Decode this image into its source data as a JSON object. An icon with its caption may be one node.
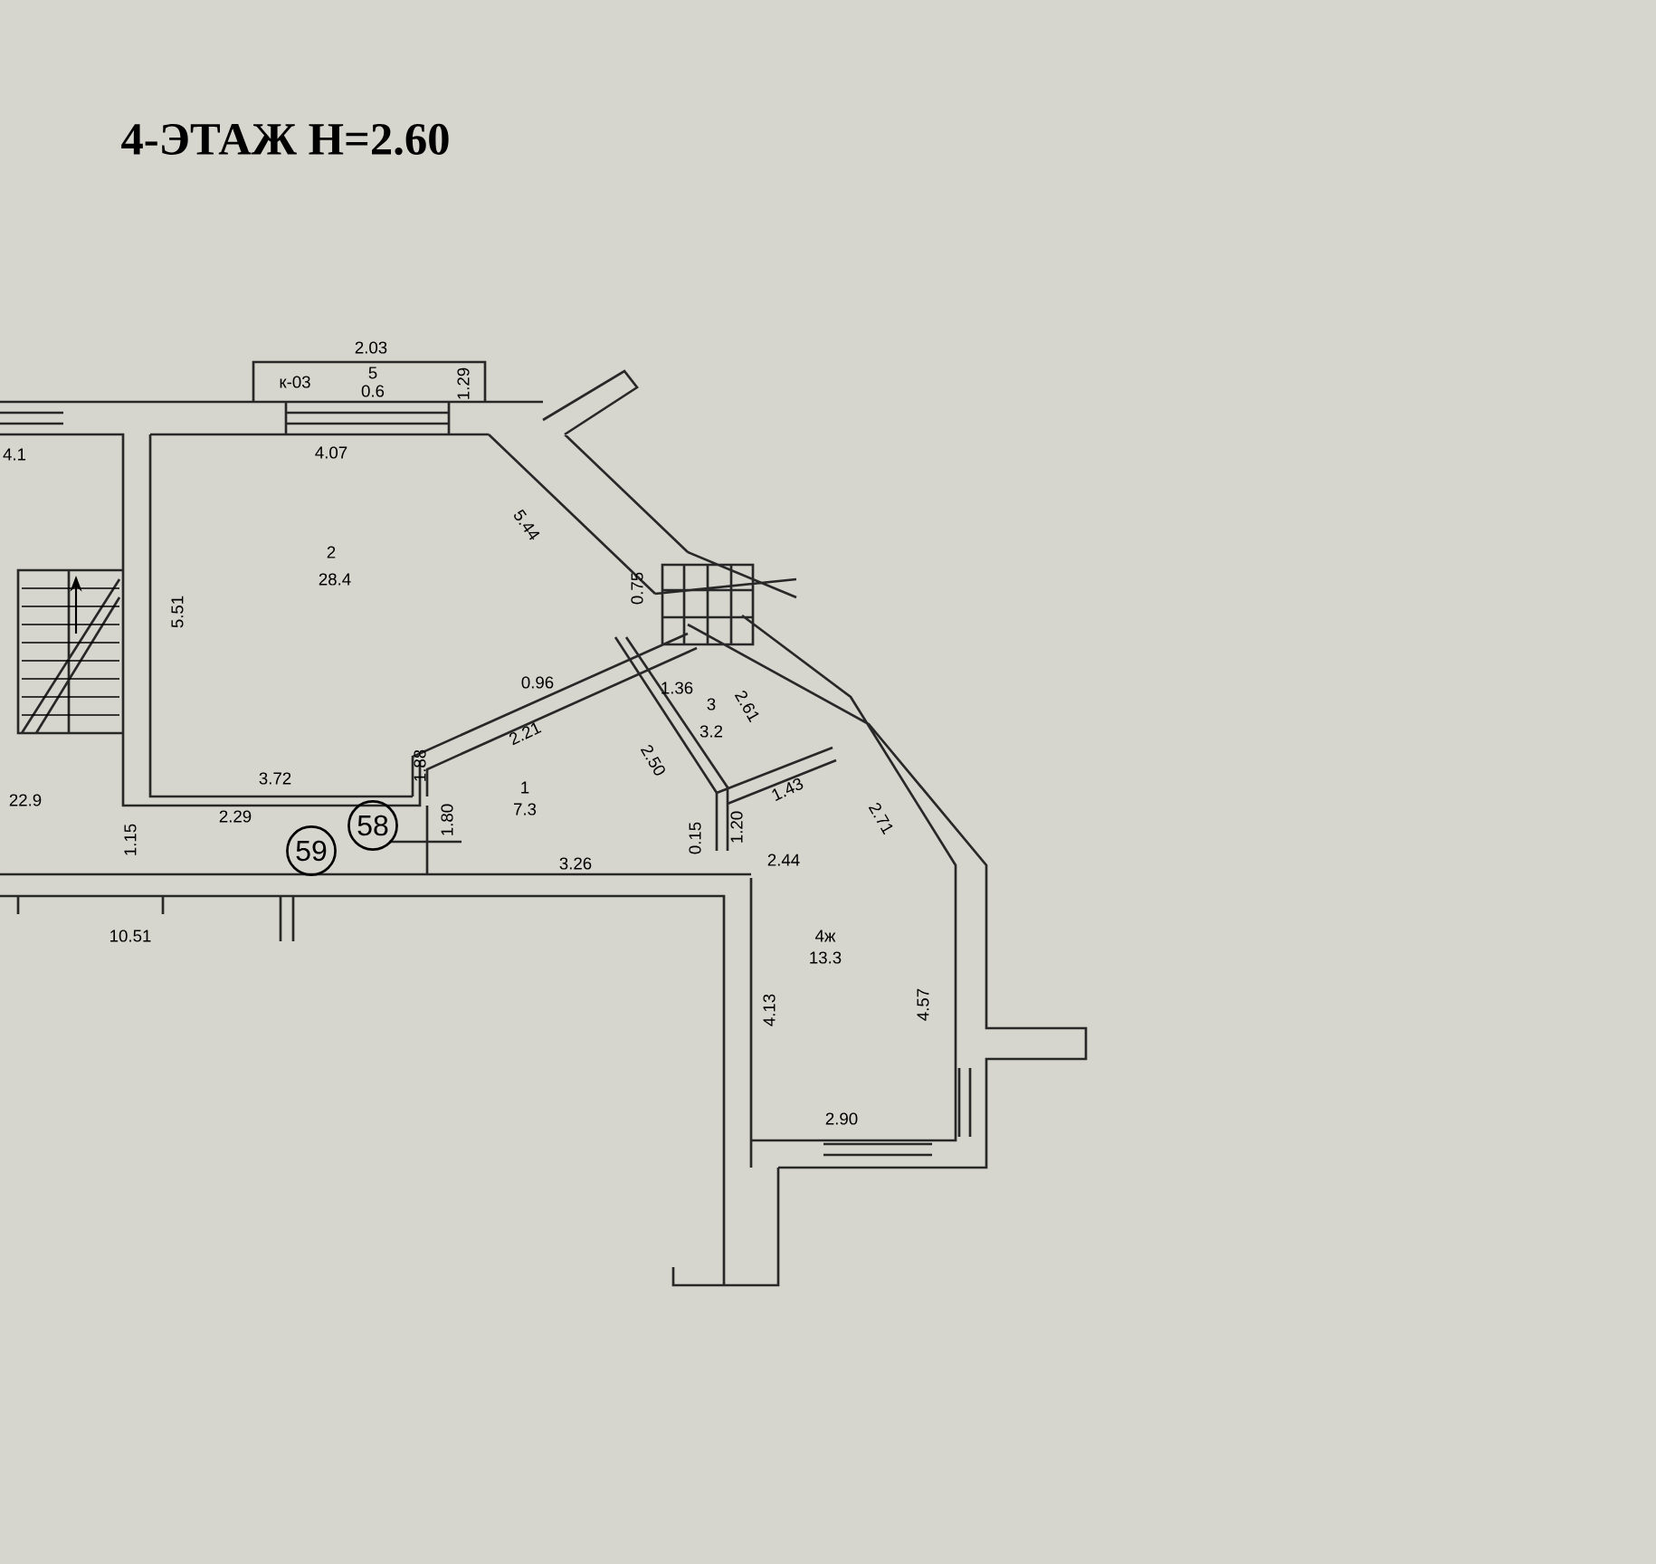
{
  "diagram": {
    "title": "4-ЭТАЖ  Н=2.60",
    "nodes": [
      {
        "text": [
          "59"
        ]
      },
      {
        "text": [
          "58"
        ]
      }
    ],
    "labels": [
      "2.03",
      "к-03",
      "5",
      "0.6",
      "1.29",
      "4.1",
      "4.07",
      "5.44",
      "2",
      "28.4",
      "5.51",
      "0.75",
      "0.96",
      "1.36",
      "2.21",
      "3",
      "3.2",
      "2.61",
      "2.50",
      "3.72",
      "1.88",
      "1",
      "7.3",
      "22.9",
      "2.29",
      "1.43",
      "1.15",
      "1.80",
      "0.15",
      "1.20",
      "2.71",
      "3.26",
      "2.44",
      "4ж",
      "13.3",
      "10.51",
      "4.13",
      "4.57",
      "2.90"
    ]
  }
}
